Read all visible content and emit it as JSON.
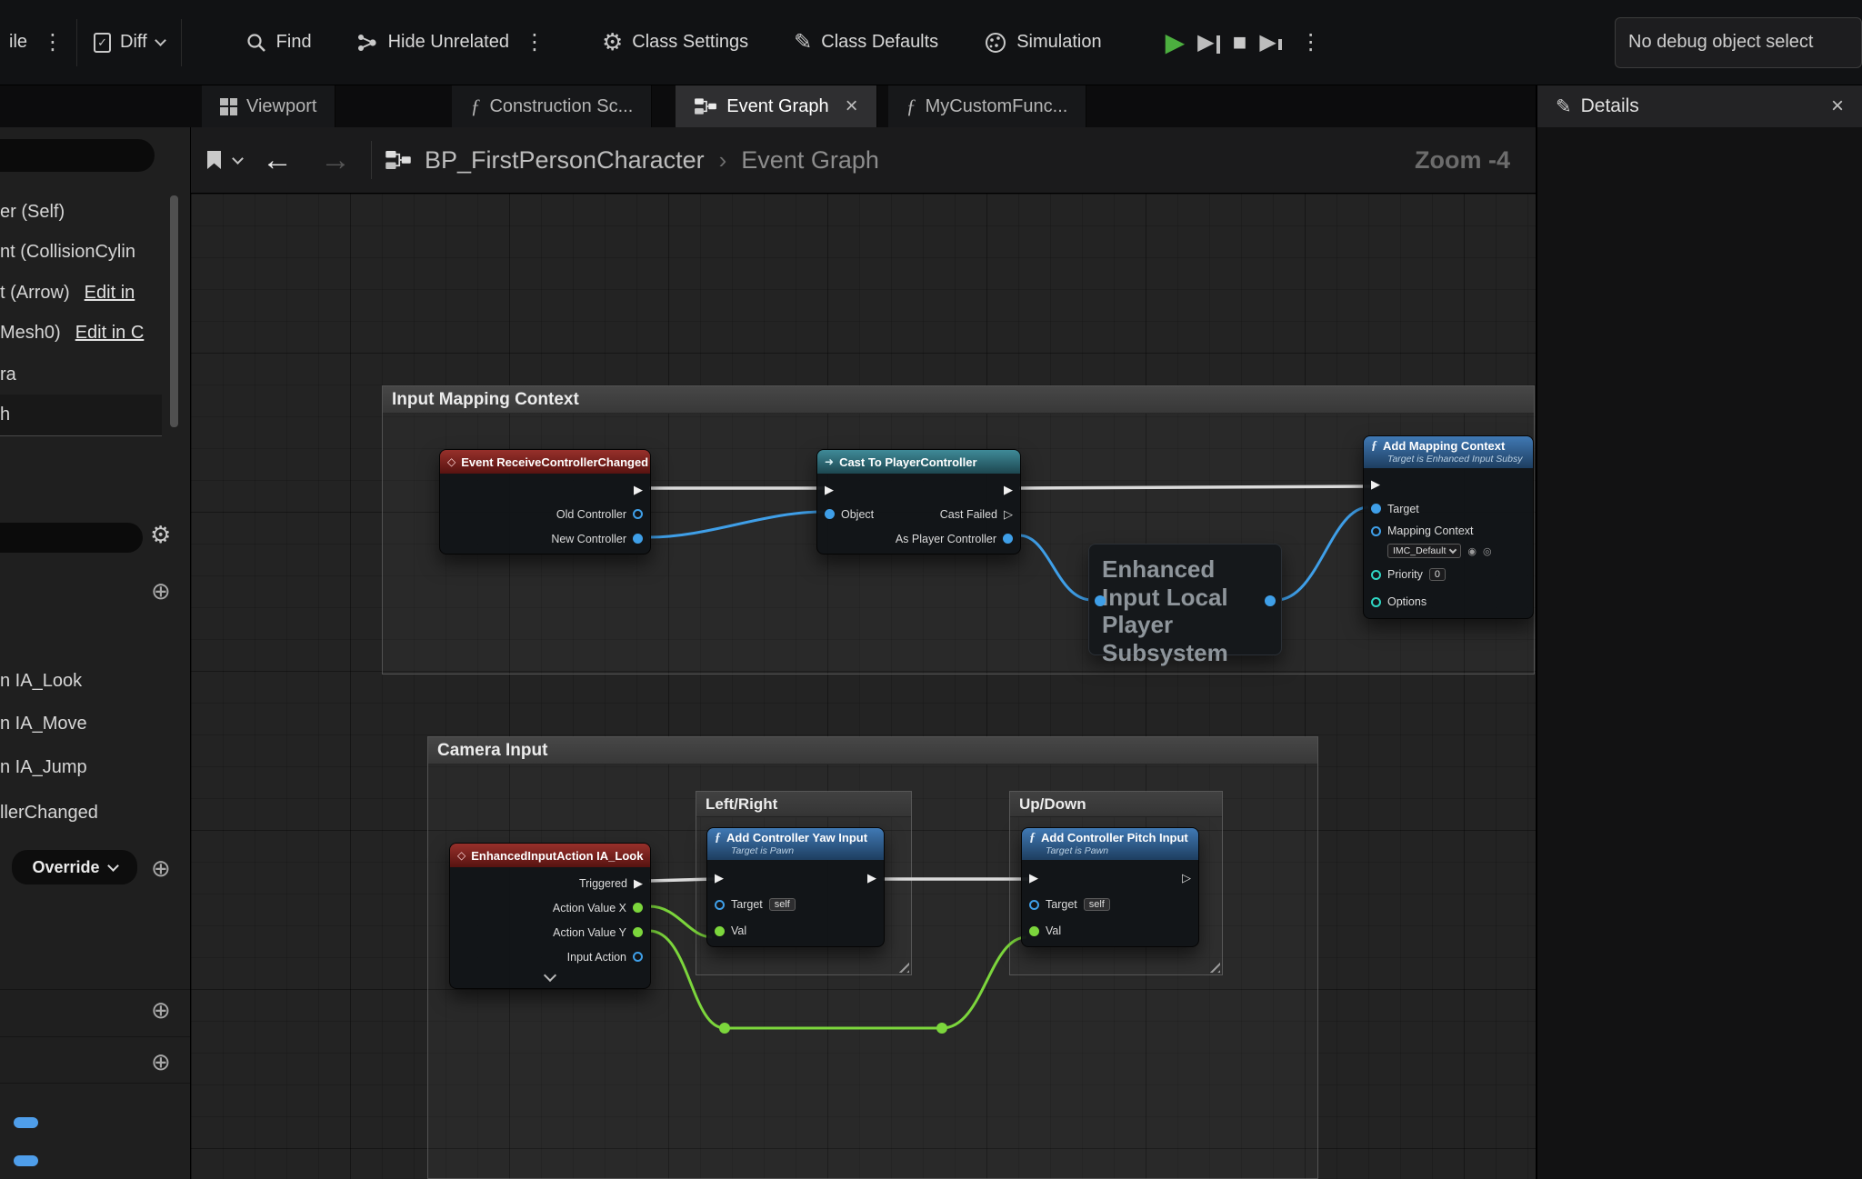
{
  "toolbar": {
    "compile_partial": "ile",
    "diff_label": "Diff",
    "find_label": "Find",
    "hide_unrelated_label": "Hide Unrelated",
    "class_settings_label": "Class Settings",
    "class_defaults_label": "Class Defaults",
    "simulation_label": "Simulation",
    "debug_object_label": "No debug object select"
  },
  "tab_bar": {
    "viewport": "Viewport",
    "construction": "Construction Sc...",
    "event_graph": "Event Graph",
    "my_custom_func": "MyCustomFunc...",
    "details": "Details"
  },
  "breadcrumb": {
    "blueprint_name": "BP_FirstPersonCharacter",
    "graph_name": "Event Graph",
    "zoom": "Zoom -4"
  },
  "sidebar": {
    "components": [
      {
        "label": "er (Self)"
      },
      {
        "label": "nt (CollisionCylin"
      },
      {
        "label": "t (Arrow)",
        "link": "Edit in"
      },
      {
        "label": "Mesh0)",
        "link": "Edit in C"
      },
      {
        "label": "ra"
      },
      {
        "label": "h"
      }
    ],
    "graphs": [
      "n IA_Look",
      "n IA_Move",
      "n IA_Jump",
      "llerChanged"
    ],
    "override_label": "Override"
  },
  "graph": {
    "comments": {
      "input_mapping": "Input Mapping Context",
      "camera_input": "Camera Input",
      "left_right": "Left/Right",
      "up_down": "Up/Down"
    },
    "nodes": {
      "event_controller": {
        "title": "Event ReceiveControllerChanged",
        "pin_old": "Old Controller",
        "pin_new": "New Controller"
      },
      "cast": {
        "title": "Cast To PlayerController",
        "pin_object": "Object",
        "pin_cast_failed": "Cast Failed",
        "pin_as_player": "As Player Controller"
      },
      "subsystem": {
        "title": "Enhanced Input Local Player Subsystem"
      },
      "add_mapping": {
        "title": "Add Mapping Context",
        "subtitle": "Target is Enhanced Input Subsy",
        "pin_target": "Target",
        "pin_mapping_context": "Mapping Context",
        "mapping_value": "IMC_Default",
        "pin_priority": "Priority",
        "priority_value": "0",
        "pin_options": "Options"
      },
      "ia_look": {
        "title": "EnhancedInputAction IA_Look",
        "pin_triggered": "Triggered",
        "pin_x": "Action Value X",
        "pin_y": "Action Value Y",
        "pin_input_action": "Input Action"
      },
      "yaw": {
        "title": "Add Controller Yaw Input",
        "subtitle": "Target is Pawn",
        "pin_target": "Target",
        "target_value": "self",
        "pin_val": "Val"
      },
      "pitch": {
        "title": "Add Controller Pitch Input",
        "subtitle": "Target is Pawn",
        "pin_target": "Target",
        "target_value": "self",
        "pin_val": "Val"
      }
    }
  },
  "colors": {
    "event_header": "#8b2a28",
    "function_header": "#3670ab",
    "cast_header": "#37828f",
    "exec_wire": "#dadada",
    "object_wire": "#3f9fe8",
    "float_wire": "#7cd63c",
    "play_green": "#4caf3f",
    "pill_blue": "#4f9eea"
  }
}
